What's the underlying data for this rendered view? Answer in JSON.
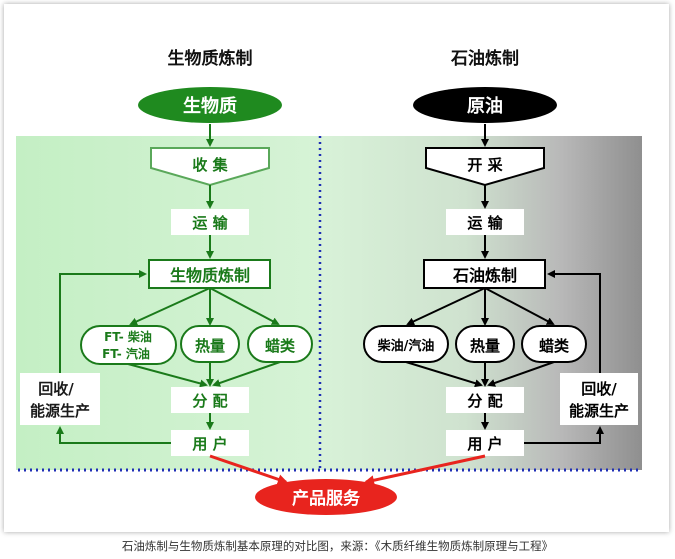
{
  "left": {
    "title": "生物质炼制",
    "source": "生物质",
    "collect": "收 集",
    "transport": "运 输",
    "refine": "生物质炼制",
    "products": [
      "FT- 柴油",
      "FT- 汽油",
      "热量",
      "蜡类"
    ],
    "distribute": "分 配",
    "user": "用 户",
    "recycle": [
      "回收/",
      "能源生产"
    ]
  },
  "right": {
    "title": "石油炼制",
    "source": "原油",
    "collect": "开 采",
    "transport": "运 输",
    "refine": "石油炼制",
    "products": [
      "柴油/汽油",
      "热量",
      "蜡类"
    ],
    "distribute": "分 配",
    "user": "用 户",
    "recycle": [
      "回收/",
      "能源生产"
    ]
  },
  "service": "产品服务",
  "caption": "石油炼制与生物质炼制基本原理的对比图，来源：《木质纤维生物质炼制原理与工程》",
  "colors": {
    "green": "#228b22",
    "dark_green": "#1a7a1a",
    "black": "#000000",
    "red": "#e8241e",
    "blue_dotted": "#1f2fb5"
  }
}
